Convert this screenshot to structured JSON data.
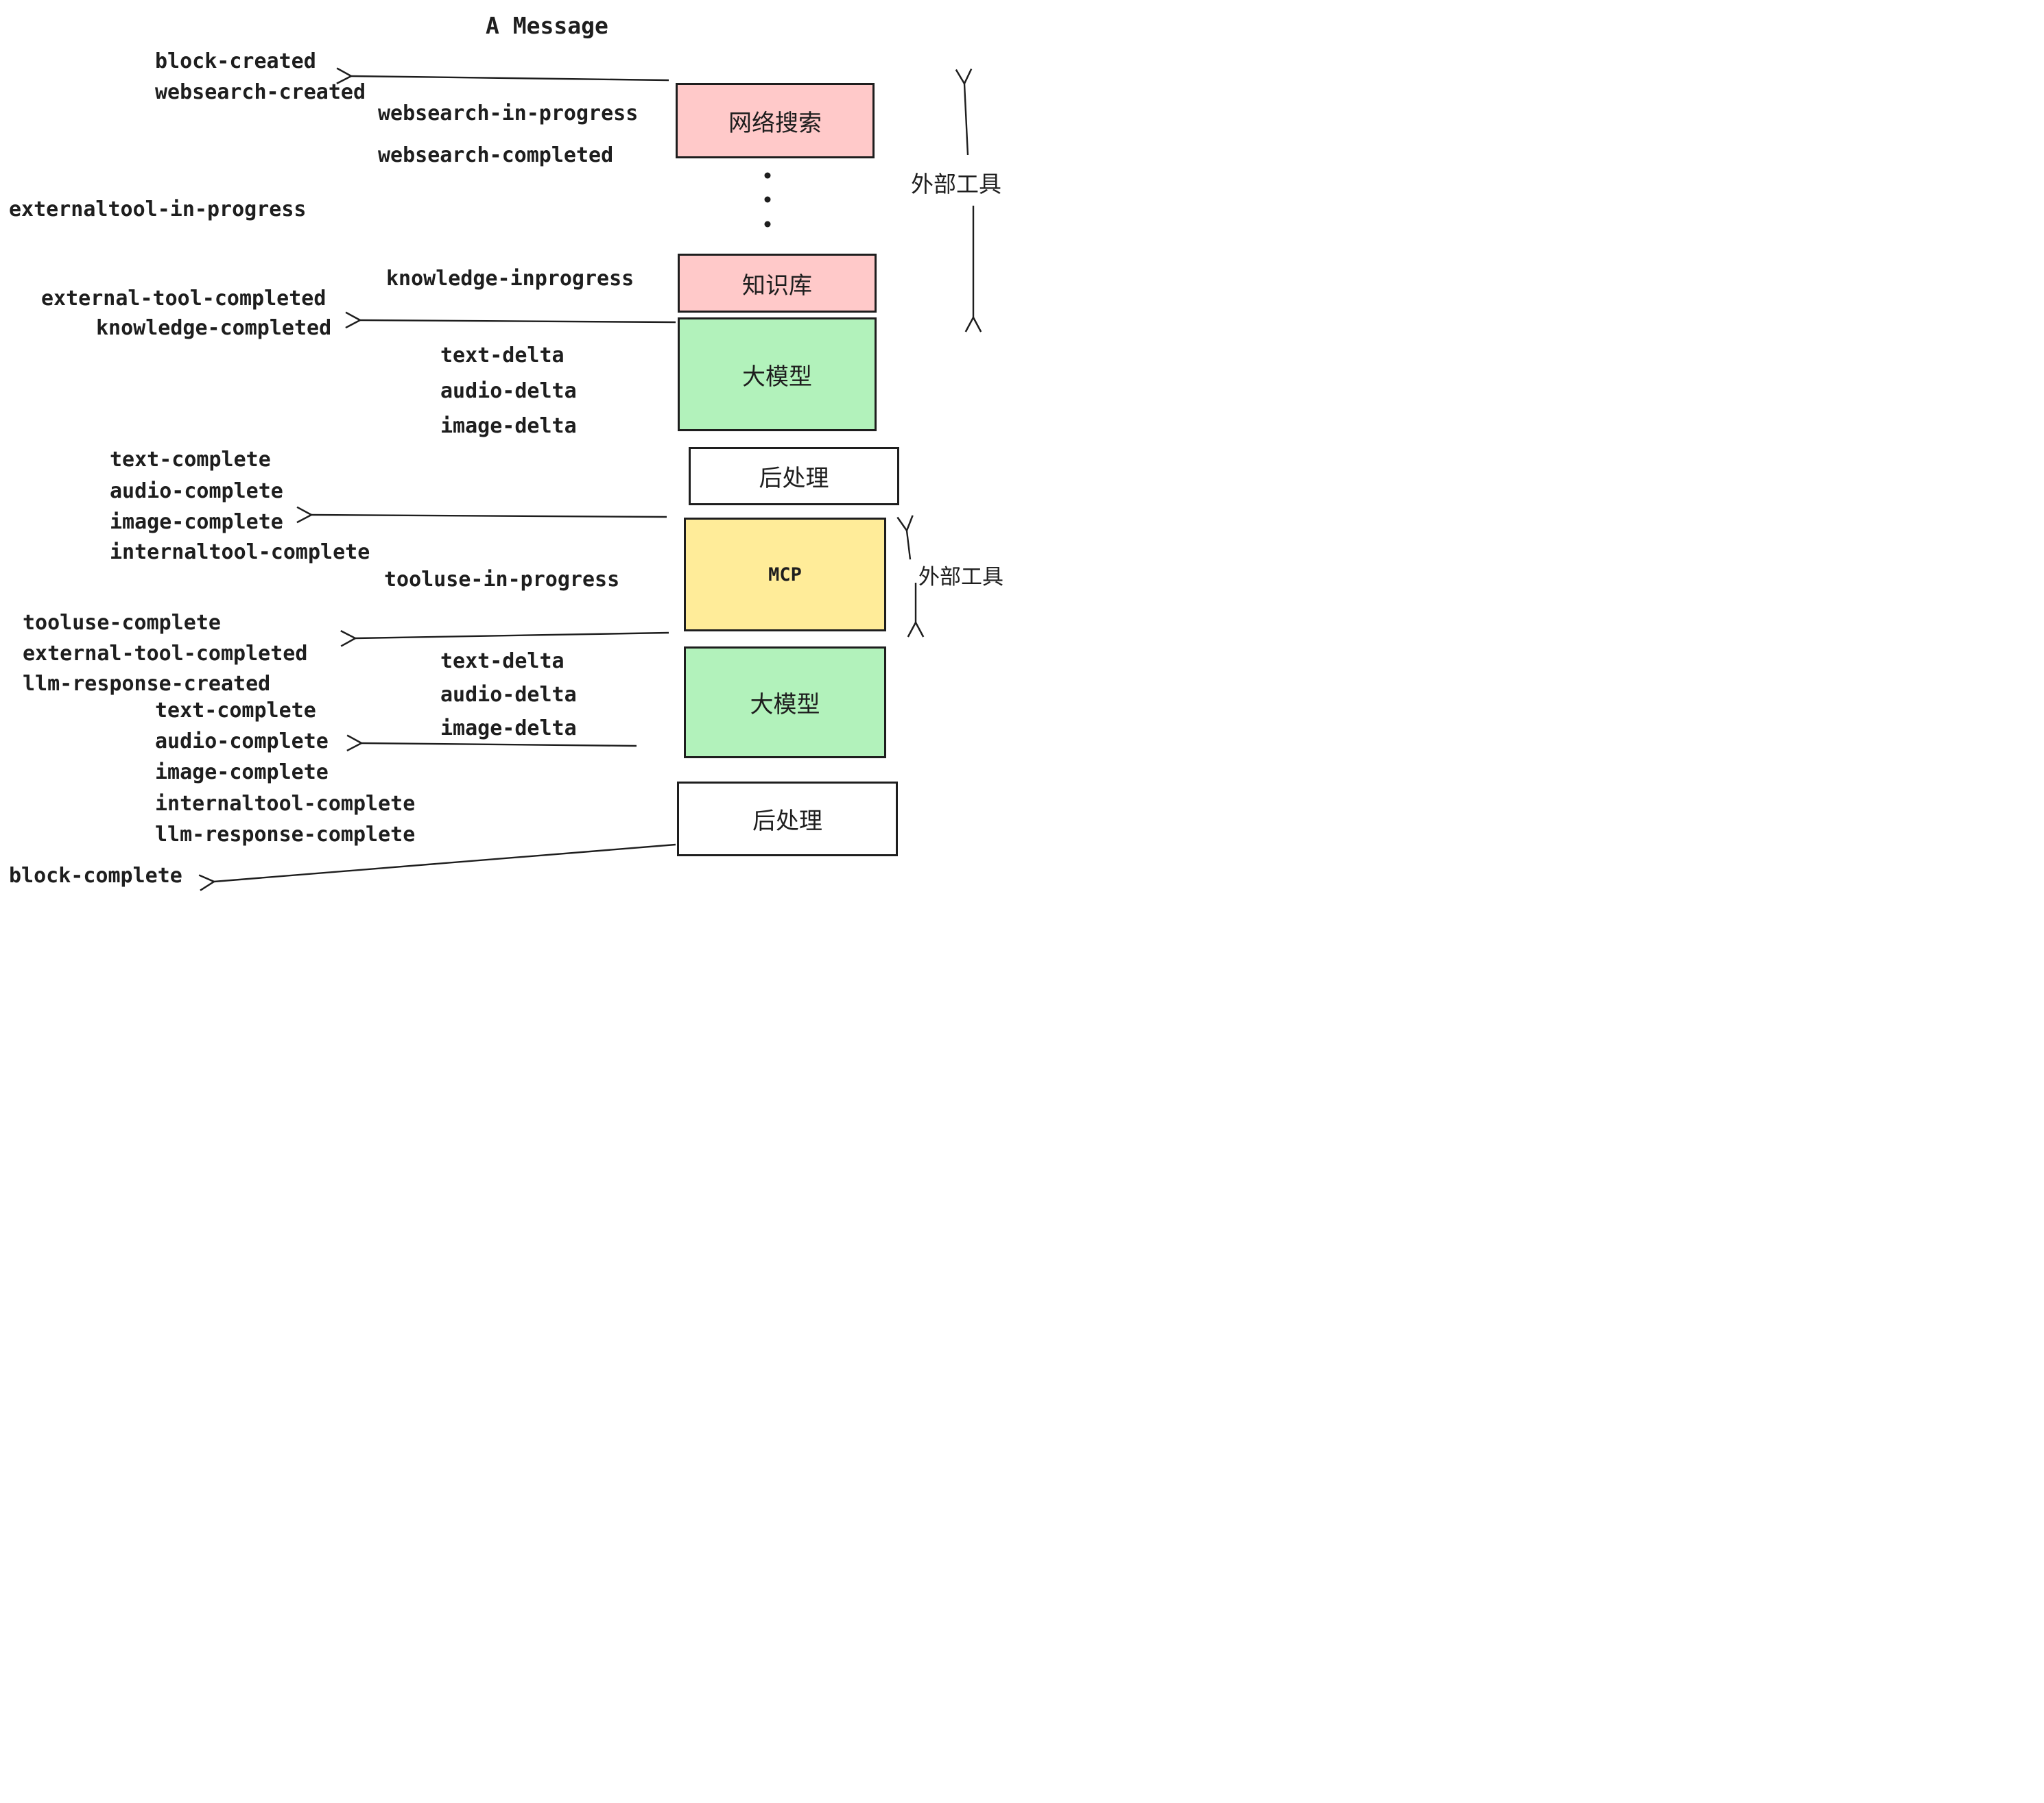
{
  "title": "A Message",
  "colors": {
    "pink": "#ffc9c9",
    "green": "#b2f2bb",
    "yellow": "#ffec99",
    "white": "#ffffff",
    "ink": "#1e1e1e"
  },
  "boxes": {
    "websearch": "网络搜索",
    "knowledge": "知识库",
    "llm_1": "大模型",
    "post_1": "后处理",
    "mcp": "MCP",
    "llm_2": "大模型",
    "post_2": "后处理"
  },
  "side_labels": {
    "external_tools_top": "外部工具",
    "external_tools_bottom": "外部工具"
  },
  "events": {
    "block_created": "block-created",
    "websearch_created": "websearch-created",
    "websearch_in_progress": "websearch-in-progress",
    "websearch_completed": "websearch-completed",
    "externaltool_in_progress": "externaltool-in-progress",
    "knowledge_inprogress": "knowledge-inprogress",
    "external_tool_completed_1": "external-tool-completed",
    "knowledge_completed": "knowledge-completed",
    "text_delta_1": "text-delta",
    "audio_delta_1": "audio-delta",
    "image_delta_1": "image-delta",
    "text_complete_1": "text-complete",
    "audio_complete_1": "audio-complete",
    "image_complete_1": "image-complete",
    "internaltool_complete_1": "internaltool-complete",
    "tooluse_in_progress": "tooluse-in-progress",
    "tooluse_complete": "tooluse-complete",
    "external_tool_completed_2": "external-tool-completed",
    "llm_response_created": "llm-response-created",
    "text_complete_2": "text-complete",
    "audio_complete_2": "audio-complete",
    "image_complete_2": "image-complete",
    "internaltool_complete_2": "internaltool-complete",
    "llm_response_complete": "llm-response-complete",
    "block_complete": "block-complete"
  }
}
